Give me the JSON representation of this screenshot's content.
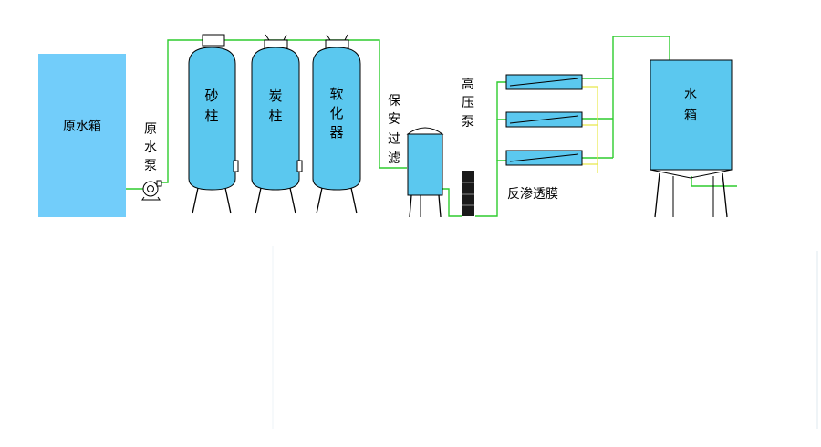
{
  "components": {
    "raw_tank": "原水箱",
    "raw_pump": [
      "原",
      "水",
      "泵"
    ],
    "sand_column": [
      "砂",
      "柱"
    ],
    "carbon_column": [
      "炭",
      "柱"
    ],
    "softener": [
      "软",
      "化",
      "器"
    ],
    "security_filter": [
      "保",
      "安",
      "过",
      "滤"
    ],
    "high_pressure_pump": [
      "高",
      "压",
      "泵"
    ],
    "ro_membrane": "反渗透膜",
    "product_tank": [
      "水",
      "箱"
    ]
  },
  "colors": {
    "vessel_fill": "#5bc8ef",
    "raw_tank_fill": "#72cdfa",
    "pipe": "#2ecc2e",
    "drain": "#e8e84a",
    "outline": "#000000",
    "pump_dark": "#1a1a1a"
  }
}
